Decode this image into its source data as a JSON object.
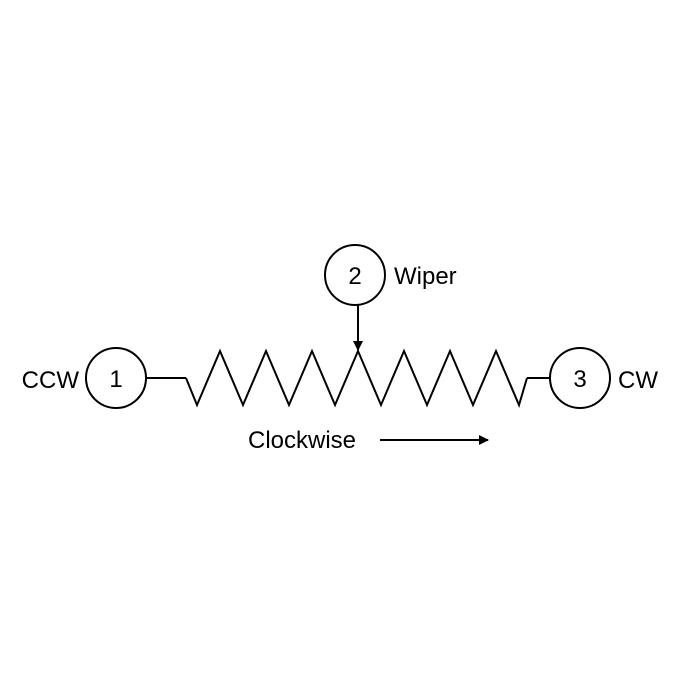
{
  "diagram": {
    "title": "Potentiometer pinout",
    "pins": [
      {
        "number": "1",
        "label": "CCW"
      },
      {
        "number": "2",
        "label": "Wiper"
      },
      {
        "number": "3",
        "label": "CW"
      }
    ],
    "direction_label": "Clockwise",
    "colors": {
      "line": "#000000",
      "background": "#ffffff"
    }
  }
}
